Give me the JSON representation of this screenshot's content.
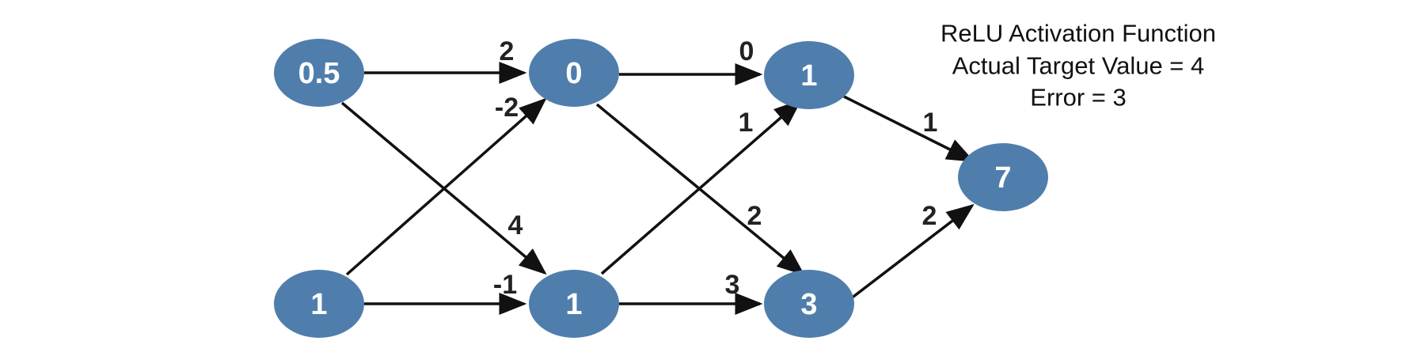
{
  "colors": {
    "node_fill": "#4f7eac",
    "edge": "#111111",
    "label": "#222222"
  },
  "info": {
    "line1": "ReLU Activation Function",
    "line2": "Actual Target Value = 4",
    "line3": "Error = 3"
  },
  "nodes": {
    "input_top": "0.5",
    "input_bottom": "1",
    "hidden1_top": "0",
    "hidden1_bottom": "1",
    "hidden2_top": "1",
    "hidden2_bottom": "3",
    "output": "7"
  },
  "weights": {
    "in_top_to_h1_top": "2",
    "in_top_to_h1_bottom": "4",
    "in_bottom_to_h1_top": "-2",
    "in_bottom_to_h1_bottom": "-1",
    "h1_top_to_h2_top": "0",
    "h1_top_to_h2_bottom": "2",
    "h1_bottom_to_h2_top": "1",
    "h1_bottom_to_h2_bottom": "3",
    "h2_top_to_out": "1",
    "h2_bottom_to_out": "2"
  }
}
